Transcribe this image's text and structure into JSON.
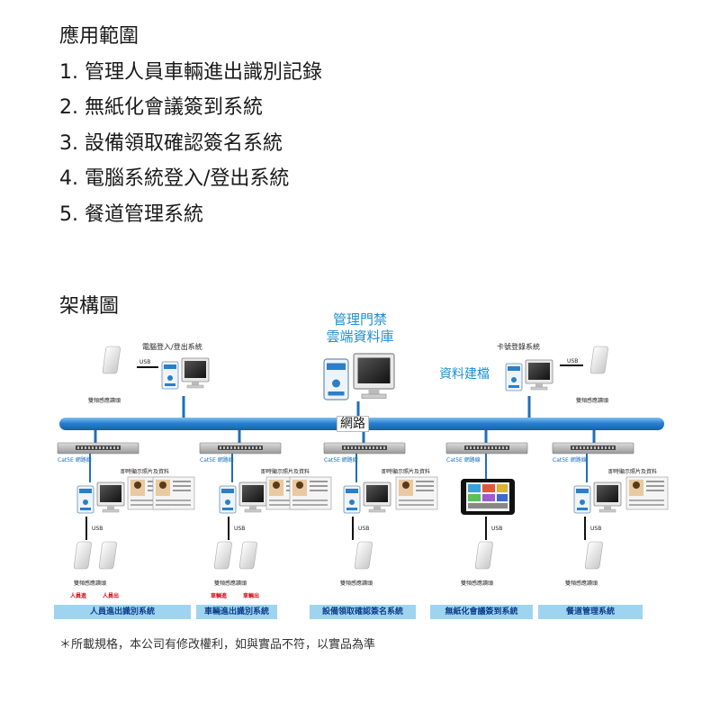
{
  "application": {
    "heading": "應用範圍",
    "items": [
      "1. 管理人員車輛進出識別記錄",
      "2. 無紙化會議簽到系統",
      "3. 設備領取確認簽名系統",
      "4. 電腦系統登入/登出系統",
      "5. 餐道管理系統"
    ]
  },
  "architecture": {
    "heading": "架構圖",
    "cloud_title_1": "管理門禁",
    "cloud_title_2": "雲端資料庫",
    "top_left_label": "電腦登入/登出系統",
    "top_left_usb": "USB",
    "top_left_reader": "雙頻感應讀頭",
    "top_right_label": "卡號登錄系統",
    "top_right_archive": "資料建檔",
    "top_right_usb": "USB",
    "top_right_reader": "雙頻感應讀頭",
    "network_label": "網路",
    "cat5_label": "Cat5E 網路線",
    "photo_label": "即時顯示照片及資料",
    "usb_label": "USB",
    "reader_label": "雙頻感應讀頭",
    "branch1_in": "人員進",
    "branch1_out": "人員出",
    "branch2_in": "車輛進",
    "branch2_out": "車輛出",
    "systems": [
      "人員進出識別系統",
      "車輛進出識別系統",
      "設備領取確認簽名系統",
      "無紙化會議簽到系統",
      "餐道管理系統"
    ]
  },
  "footnote": "＊所載規格，本公司有修改權利，如與實品不符，以實品為準",
  "colors": {
    "network_bar": "#2a7fd0",
    "system_label_bg": "#9fd4f0",
    "blue_title": "#1f8fd0",
    "red_text": "#d0101a"
  }
}
